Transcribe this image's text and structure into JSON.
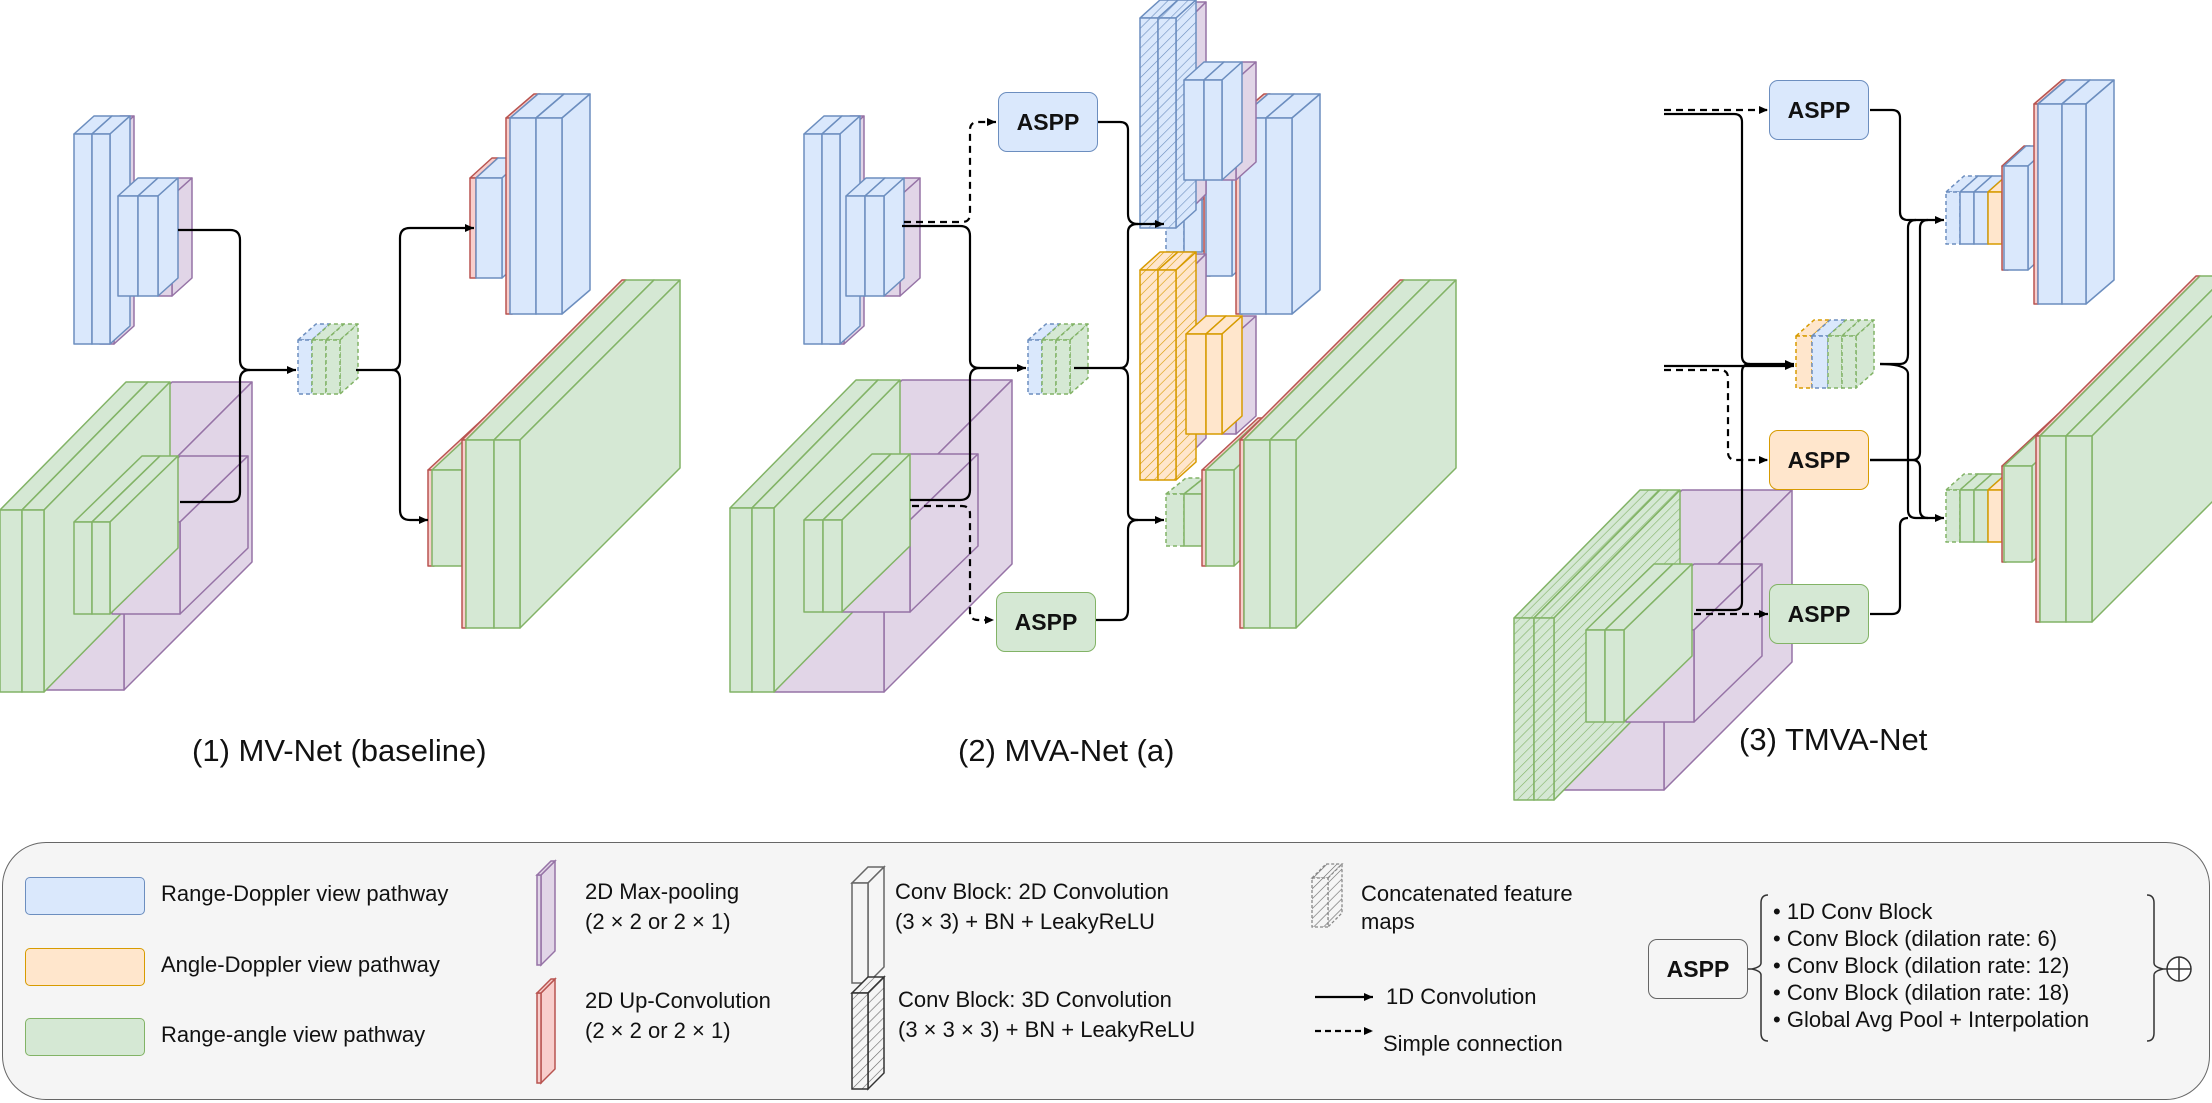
{
  "captions": {
    "mvnet": "(1) MV-Net (baseline)",
    "mvanet": "(2) MVA-Net (a)",
    "tmvanet": "(3) TMVA-Net"
  },
  "aspp_label": "ASPP",
  "legend": {
    "rd_pathway": "Range-Doppler view pathway",
    "ad_pathway": "Angle-Doppler view pathway",
    "ra_pathway": "Range-angle view pathway",
    "maxpool_line1": "2D Max-pooling",
    "maxpool_line2": "(2 × 2 or 2 × 1)",
    "upconv_line1": "2D Up-Convolution",
    "upconv_line2": "(2 × 2 or 2 × 1)",
    "conv2d_line1": "Conv Block: 2D Convolution",
    "conv2d_line2": "(3 × 3) + BN + LeakyReLU",
    "conv3d_line1": "Conv Block: 3D Convolution",
    "conv3d_line2": "(3 × 3 × 3) + BN + LeakyReLU",
    "concat_line1": "Concatenated feature",
    "concat_line2": "maps",
    "conv1d": "1D Convolution",
    "simple": "Simple connection",
    "aspp_box": "ASPP",
    "aspp_items": [
      "1D Conv Block",
      "Conv Block (dilation rate: 6)",
      "Conv Block (dilation rate: 12)",
      "Conv Block (dilation rate: 18)",
      "Global Avg Pool + Interpolation"
    ],
    "sum_symbol": "⊕"
  },
  "colors": {
    "blue_fill": "#dae8fc",
    "blue_stroke": "#6c8ebf",
    "orange_fill": "#ffe6cc",
    "orange_stroke": "#d79b00",
    "green_fill": "#d5e8d4",
    "green_stroke": "#82b366",
    "purple_fill": "#e1d5e7",
    "purple_stroke": "#9673a6",
    "red_fill": "#f8cecc",
    "red_stroke": "#b85450"
  }
}
